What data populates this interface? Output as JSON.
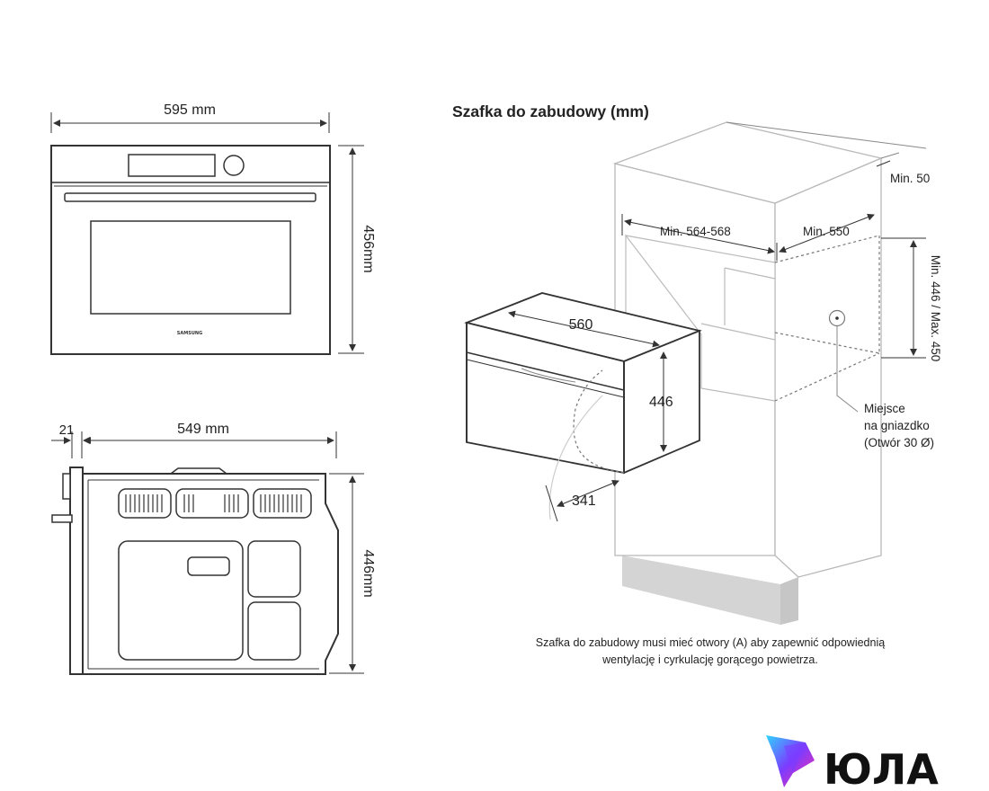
{
  "front_view": {
    "width_label": "595 mm",
    "height_label": "456mm",
    "brand": "SAMSUNG"
  },
  "side_view": {
    "door_label": "21",
    "depth_label": "549 mm",
    "height_label": "446mm"
  },
  "cabinet": {
    "title": "Szafka do zabudowy (mm)",
    "min_top_label": "Min. 50",
    "width_label": "Min. 564-568",
    "depth_label": "Min. 550",
    "height_label": "Min. 446 / Max. 450",
    "socket_label_1": "Miejsce",
    "socket_label_2": "na gniazdko",
    "socket_label_3": "(Otwór 30 Ø)",
    "oven_width_label": "560",
    "oven_height_label": "446",
    "door_swing_label": "341",
    "note_line_1": "Szafka do zabudowy musi mieć otwory (A) aby zapewnić odpowiednią",
    "note_line_2": "wentylację i cyrkulację gorącego powietrza."
  },
  "logo": {
    "text": "ЮЛА",
    "colors": [
      "#ff2ea6",
      "#7b3cff",
      "#2fd4ff"
    ]
  }
}
